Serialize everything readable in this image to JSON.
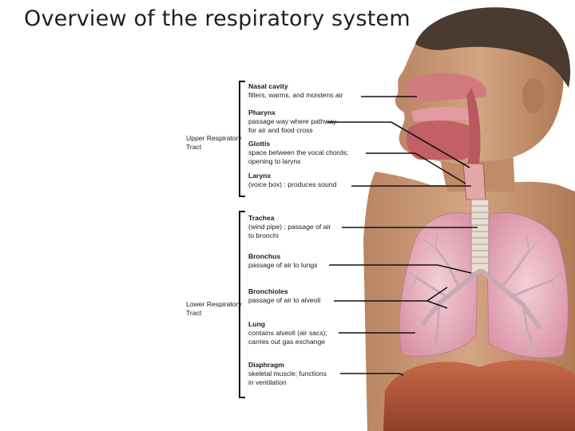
{
  "title": "Overview of the respiratory system",
  "groups": {
    "upper": "Upper Respiratory Tract",
    "lower": "Lower Respiratory Tract"
  },
  "labels": [
    {
      "name": "Nasal cavity",
      "desc": [
        "filters, warms, and moistens air"
      ]
    },
    {
      "name": "Pharynx",
      "desc": [
        "passage way where pathway",
        "for air and food cross"
      ]
    },
    {
      "name": "Glottis",
      "desc": [
        "space between the vocal chords;",
        "opening to larynx"
      ]
    },
    {
      "name": "Larynx",
      "desc": [
        "(voice box) : produces sound"
      ]
    },
    {
      "name": "Trachea",
      "desc": [
        "(wind pipe) : passage of air",
        "to bronchi"
      ]
    },
    {
      "name": "Bronchus",
      "desc": [
        "passage of air to lungs"
      ]
    },
    {
      "name": "Bronchioles",
      "desc": [
        "passage of air to alveoli"
      ]
    },
    {
      "name": "Lung",
      "desc": [
        "contains alveoli (air sacs);",
        "carries out gas exchange"
      ]
    },
    {
      "name": "Diaphragm",
      "desc": [
        "skeletal muscle; functions",
        "in ventilation"
      ]
    }
  ],
  "colors": {
    "skin": "#c99a77",
    "skin_shadow": "#a8764f",
    "hair": "#4a3a30",
    "lung": "#e9b6c3",
    "lung_shadow": "#d68ea3",
    "airway": "#c96a6e",
    "diaphragm": "#b55a3c",
    "muscle": "#c8646a"
  }
}
